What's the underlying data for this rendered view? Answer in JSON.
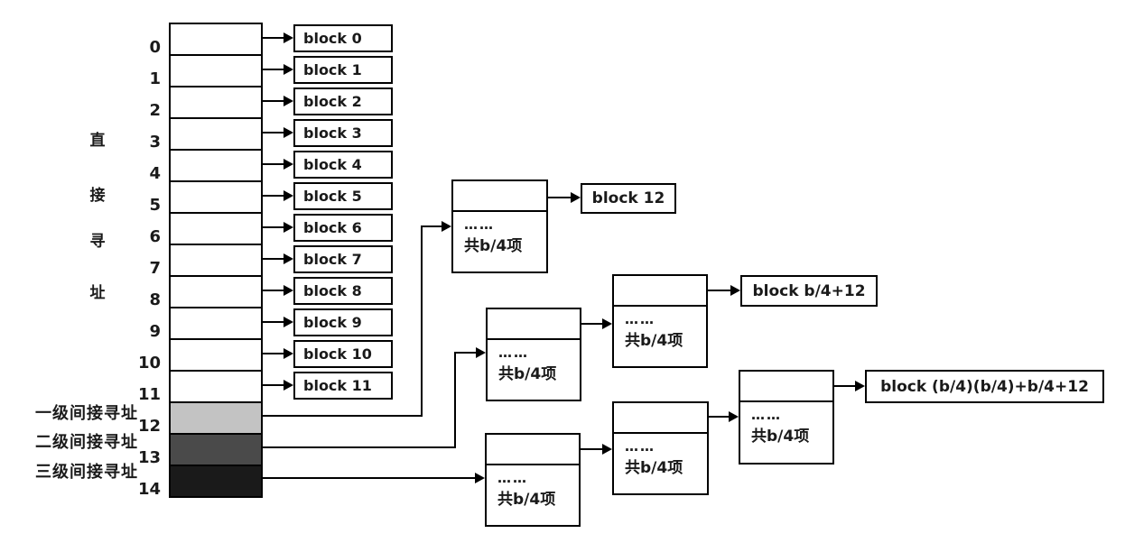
{
  "labels": {
    "vertical_chars": [
      "直",
      "接",
      "寻",
      "址"
    ],
    "indirect": [
      "一级间接寻址",
      "二级间接寻址",
      "三级间接寻址"
    ]
  },
  "inode": {
    "indices": [
      "0",
      "1",
      "2",
      "3",
      "4",
      "5",
      "6",
      "7",
      "8",
      "9",
      "10",
      "11",
      "12",
      "13",
      "14"
    ]
  },
  "blocks": {
    "direct": [
      "block 0",
      "block 1",
      "block 2",
      "block 3",
      "block 4",
      "block 5",
      "block 6",
      "block 7",
      "block 8",
      "block 9",
      "block 10",
      "block 11"
    ],
    "dots": "……",
    "entries": "共b/4项",
    "leaf_single": "block 12",
    "leaf_double": "block b/4+12",
    "leaf_triple": "block (b/4)(b/4)+b/4+12"
  },
  "colors": {
    "background": "#ffffff",
    "text": "#1a1a1a",
    "line": "#000000",
    "single_indirect_fill": "#c3c3c3",
    "double_indirect_fill": "#4a4a4a",
    "triple_indirect_fill": "#1a1a1a"
  }
}
